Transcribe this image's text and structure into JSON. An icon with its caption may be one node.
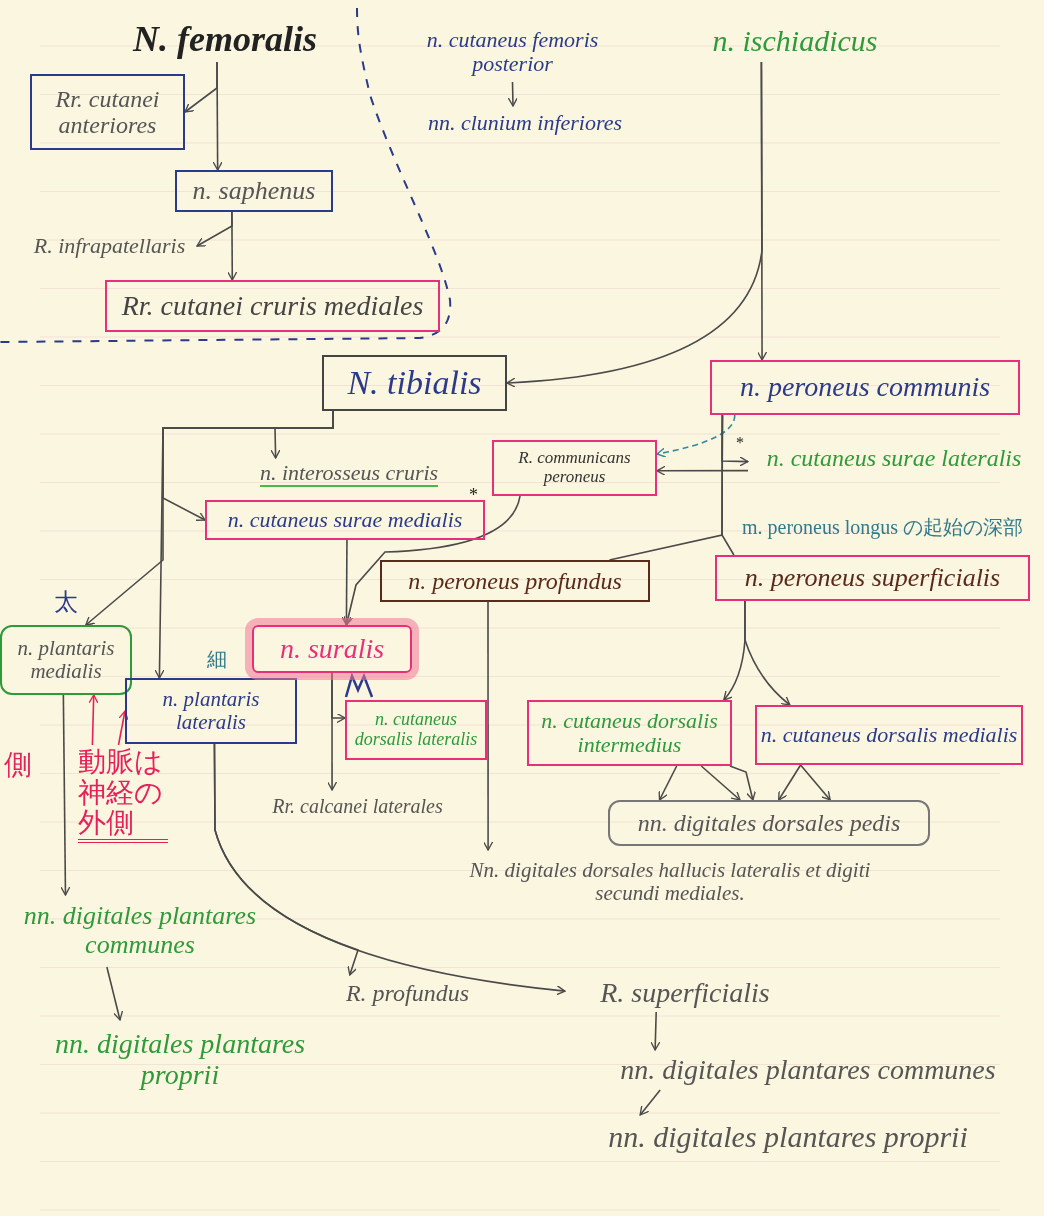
{
  "diagram": {
    "nodes": [
      {
        "text": [
          "N. femoralis"
        ]
      },
      {
        "text": [
          "Rr. cutanei anteriores"
        ]
      },
      {
        "text": [
          "n. saphenus"
        ]
      },
      {
        "text": [
          "R. infrapatellaris"
        ]
      },
      {
        "text": [
          "Rr. cutanei cruris mediales"
        ]
      },
      {
        "text": [
          "n. cutaneus femoris posterior"
        ]
      },
      {
        "text": [
          "nn. clunium inferiores"
        ]
      },
      {
        "text": [
          "n. ischiadicus"
        ]
      },
      {
        "text": [
          "N. tibialis"
        ]
      },
      {
        "text": [
          "n. peroneus communis"
        ]
      },
      {
        "text": [
          "n. interosseus cruris"
        ]
      },
      {
        "text": [
          "R. communicans peroneus"
        ]
      },
      {
        "text": [
          "n. cutaneus surae lateralis"
        ],
        "beside": [
          "*"
        ]
      },
      {
        "text": [
          "n. cutaneus surae medialis"
        ],
        "beside": [
          "*"
        ]
      },
      {
        "text": [
          "m. peroneus longus の起始の深部"
        ]
      },
      {
        "text": [
          "n. peroneus profundus"
        ]
      },
      {
        "text": [
          "n. peroneus superficialis"
        ]
      },
      {
        "text": [
          "n. plantaris medialis"
        ],
        "beside": [
          "太"
        ]
      },
      {
        "text": [
          "n. plantaris lateralis"
        ],
        "beside": [
          "細"
        ]
      },
      {
        "text": [
          "n. suralis"
        ]
      },
      {
        "text": [
          "n. cutaneus dorsalis lateralis"
        ]
      },
      {
        "text": [
          "n. cutaneus dorsalis intermedius"
        ]
      },
      {
        "text": [
          "n. cutaneus dorsalis medialis"
        ]
      },
      {
        "text": [
          "Rr. calcanei laterales"
        ]
      },
      {
        "text": [
          "nn. digitales dorsales pedis"
        ]
      },
      {
        "text": [
          "Nn. digitales dorsales hallucis lateralis et digiti secundi mediales."
        ]
      },
      {
        "text": [
          "nn. digitales plantares communes"
        ]
      },
      {
        "text": [
          "nn. digitales plantares proprii"
        ]
      },
      {
        "text": [
          "R. profundus"
        ]
      },
      {
        "text": [
          "R. superficialis"
        ]
      },
      {
        "text": [
          "nn. digitales plantares communes"
        ]
      },
      {
        "text": [
          "nn. digitales plantares proprii"
        ]
      },
      {
        "text": [
          "動脈は神経の外側"
        ]
      }
    ],
    "edges": [
      {
        "from": 0,
        "to": 1,
        "arrow": "to"
      },
      {
        "from": 0,
        "to": 2,
        "arrow": "to"
      },
      {
        "from": 2,
        "to": 3,
        "arrow": "to"
      },
      {
        "from": 2,
        "to": 4,
        "arrow": "to"
      },
      {
        "from": 5,
        "to": 6,
        "arrow": "to"
      },
      {
        "from": 7,
        "to": 8,
        "arrow": "to"
      },
      {
        "from": 7,
        "to": 9,
        "arrow": "to"
      },
      {
        "from": 8,
        "to": 10,
        "arrow": "to"
      },
      {
        "from": 8,
        "to": 13,
        "arrow": "to"
      },
      {
        "from": 8,
        "to": 17,
        "arrow": "to"
      },
      {
        "from": 8,
        "to": 18,
        "arrow": "to"
      },
      {
        "from": 9,
        "to": 11,
        "arrow": "to",
        "style": "dashed",
        "color": "#2f8a9c"
      },
      {
        "from": 12,
        "to": 11,
        "arrow": "to"
      },
      {
        "from": 9,
        "to": 12,
        "arrow": "to"
      },
      {
        "from": 9,
        "to": 15,
        "arrow": "none"
      },
      {
        "from": 9,
        "to": 16,
        "arrow": "none"
      },
      {
        "from": 11,
        "to": 19,
        "arrow": "to"
      },
      {
        "from": 13,
        "to": 19,
        "arrow": "to"
      },
      {
        "from": 15,
        "to": 25,
        "arrow": "to"
      },
      {
        "from": 16,
        "to": 21,
        "arrow": "to"
      },
      {
        "from": 16,
        "to": 22,
        "arrow": "to"
      },
      {
        "from": 19,
        "to": 20,
        "arrow": "to"
      },
      {
        "from": 19,
        "to": 23,
        "arrow": "to"
      },
      {
        "from": 21,
        "to": 24,
        "arrow": "to"
      },
      {
        "from": 21,
        "to": 24,
        "arrow": "to"
      },
      {
        "from": 21,
        "to": 24,
        "arrow": "to"
      },
      {
        "from": 22,
        "to": 24,
        "arrow": "to"
      },
      {
        "from": 22,
        "to": 24,
        "arrow": "to"
      },
      {
        "from": 17,
        "to": 26,
        "arrow": "to"
      },
      {
        "from": 26,
        "to": 27,
        "arrow": "to"
      },
      {
        "from": 18,
        "to": 29,
        "arrow": "to"
      },
      {
        "from": 18,
        "to": 28,
        "arrow": "to"
      },
      {
        "from": 29,
        "to": 30,
        "arrow": "to"
      },
      {
        "from": 30,
        "to": 31,
        "arrow": "to"
      },
      {
        "from": 32,
        "to": 17,
        "arrow": "to",
        "color": "#e8205a"
      },
      {
        "from": 32,
        "to": 18,
        "arrow": "to",
        "color": "#e8205a"
      }
    ],
    "labels": [
      "側"
    ]
  }
}
